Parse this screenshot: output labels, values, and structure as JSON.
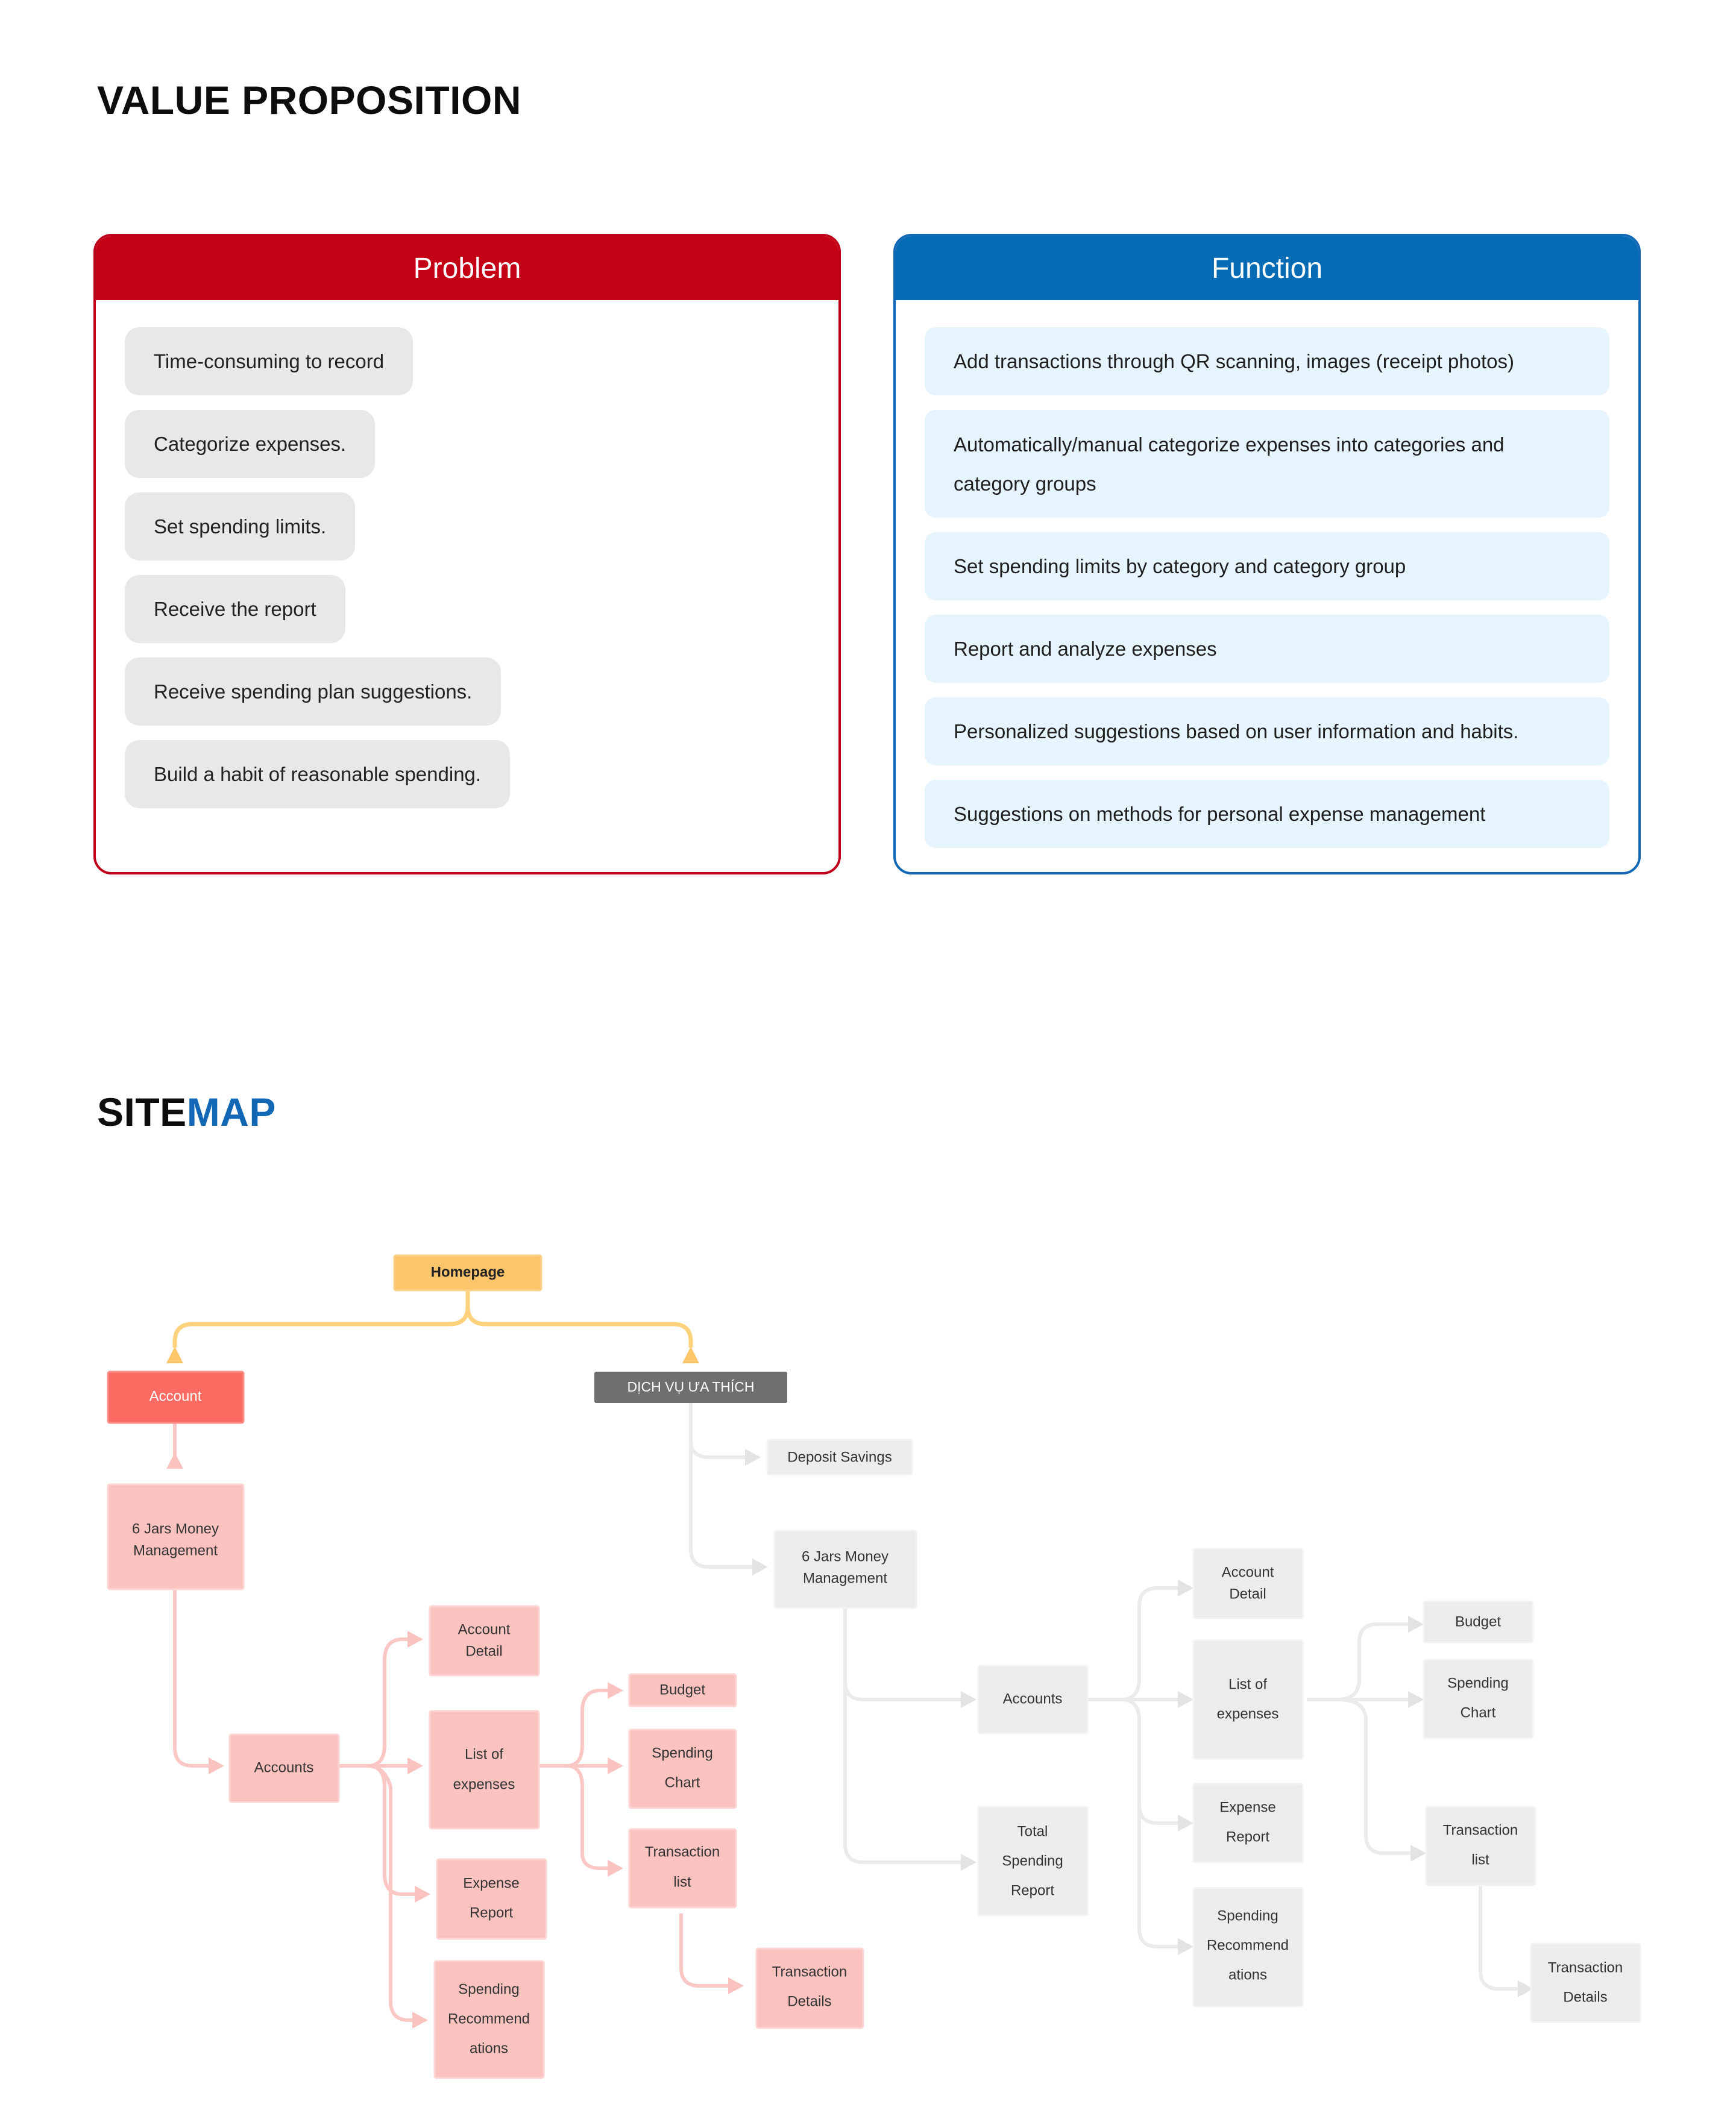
{
  "value_proposition": {
    "title": "VALUE PROPOSITION",
    "problem": {
      "header": "Problem",
      "items": [
        "Time-consuming to record",
        "Categorize expenses.",
        "Set spending limits.",
        "Receive the report",
        "Receive spending plan suggestions.",
        "Build a habit of reasonable spending."
      ]
    },
    "function": {
      "header": "Function",
      "items": [
        "Add transactions through QR scanning, images (receipt photos)",
        "Automatically/manual categorize expenses into categories and category groups",
        "Set spending limits by category and category group",
        "Report and analyze expenses",
        "Personalized suggestions based on user information and habits.",
        "Suggestions on methods for personal expense management"
      ]
    }
  },
  "sitemap": {
    "title_part1": "SITE",
    "title_part2": "MAP",
    "colors": {
      "homepage": "#fdc56b",
      "account": "#fb6b62",
      "pink": "#fbc3c0",
      "gray": "#6f6f6f",
      "light": "#ececec",
      "accent": "#1268b4"
    },
    "nodes": {
      "homepage": "Homepage",
      "account": "Account",
      "dich_vu": "DỊCH VỤ ƯA THÍCH",
      "left_6jars": [
        "6 Jars Money",
        "Management"
      ],
      "left_accounts": "Accounts",
      "left_account_detail": [
        "Account",
        "Detail"
      ],
      "left_list_expenses": [
        "List of",
        "expenses"
      ],
      "left_expense_report": [
        "Expense",
        "Report"
      ],
      "left_spending_rec": [
        "Spending",
        "Recommend",
        "ations"
      ],
      "left_budget": "Budget",
      "left_spending_chart": [
        "Spending",
        "Chart"
      ],
      "left_transaction_list": [
        "Transaction",
        "list"
      ],
      "left_transaction_details": [
        "Transaction",
        "Details"
      ],
      "deposit_savings": "Deposit Savings",
      "right_6jars": [
        "6 Jars Money",
        "Management"
      ],
      "right_accounts": "Accounts",
      "right_total_report": [
        "Total",
        "Spending",
        "Report"
      ],
      "right_account_detail": [
        "Account",
        "Detail"
      ],
      "right_list_expenses": [
        "List of",
        "expenses"
      ],
      "right_expense_report": [
        "Expense",
        "Report"
      ],
      "right_spending_rec": [
        "Spending",
        "Recommend",
        "ations"
      ],
      "right_budget": "Budget",
      "right_spending_chart": [
        "Spending",
        "Chart"
      ],
      "right_transaction_list": [
        "Transaction",
        "list"
      ],
      "right_transaction_details": [
        "Transaction",
        "Details"
      ]
    }
  }
}
